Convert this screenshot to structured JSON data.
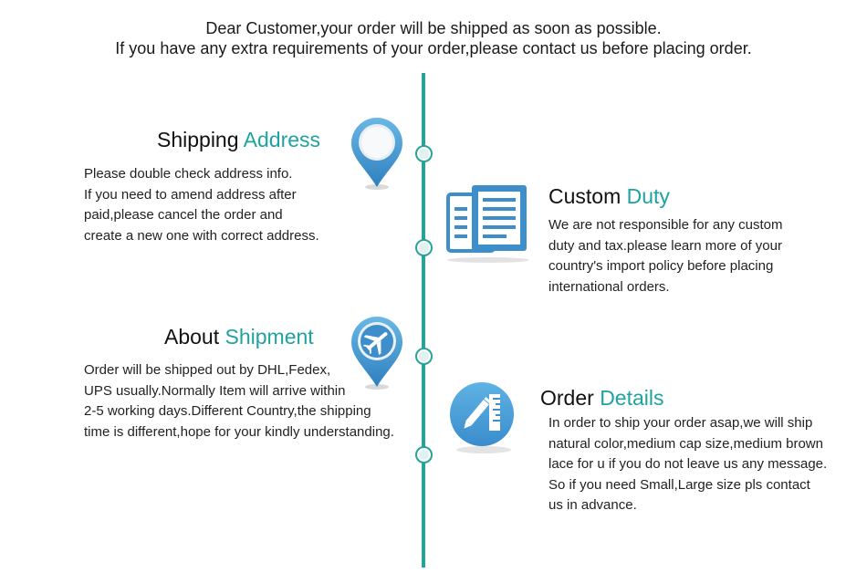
{
  "intro": {
    "line1": "Dear Customer,your order will be shipped as soon as possible.",
    "line2": "If you have any extra requirements of your order,please contact us before placing order."
  },
  "colors": {
    "accent": "#1fa3a0",
    "timeline": "#28a39a",
    "icon_blue": "#4a9fd6"
  },
  "sections": {
    "shipping_address": {
      "title_plain": "Shipping",
      "title_accent": "Address",
      "icon": "map-pin-icon",
      "lines": [
        "Please double check address info.",
        "If you need to amend address after",
        "paid,please cancel the order and",
        "create a new one with correct address."
      ]
    },
    "custom_duty": {
      "title_plain": "Custom",
      "title_accent": "Duty",
      "icon": "documents-icon",
      "lines": [
        "We are not responsible for any custom",
        "duty and tax.please learn more of your",
        "country's import policy before placing",
        "international orders."
      ]
    },
    "about_shipment": {
      "title_plain": "About",
      "title_accent": "Shipment",
      "icon": "airplane-pin-icon",
      "lines": [
        "Order will be shipped out by DHL,Fedex,",
        "UPS usually.Normally Item will arrive within",
        "2-5 working days.Different Country,the shipping",
        "time is different,hope for your kindly understanding."
      ]
    },
    "order_details": {
      "title_plain": "Order",
      "title_accent": "Details",
      "icon": "pencil-ruler-icon",
      "lines": [
        "In order to ship your order asap,we will ship",
        "natural color,medium cap size,medium brown",
        "lace for u if you do not leave us any message.",
        "So if you need Small,Large size pls contact",
        "us in advance."
      ]
    }
  }
}
